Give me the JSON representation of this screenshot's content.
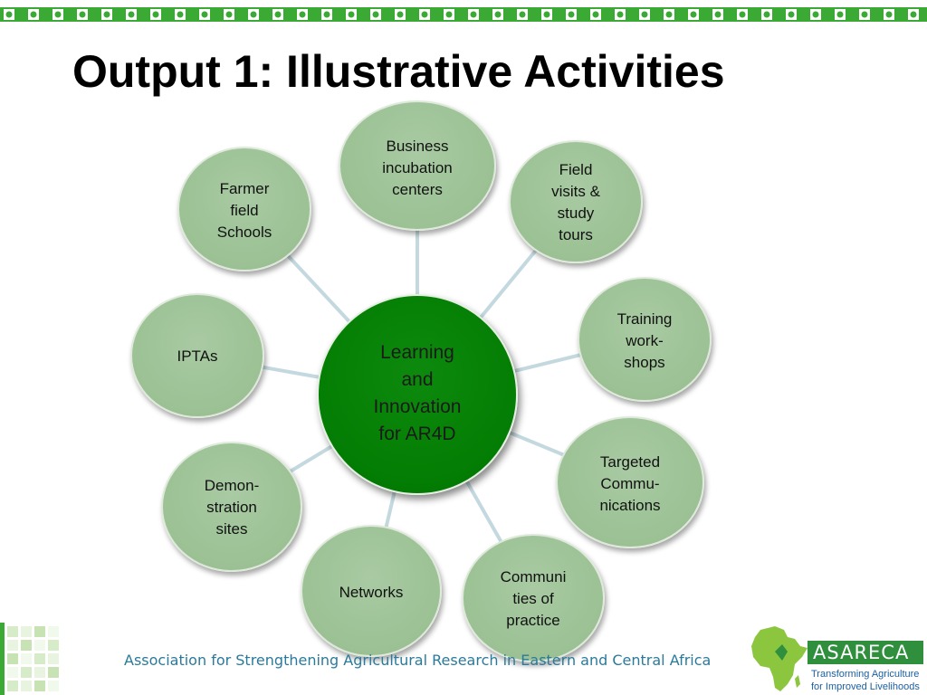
{
  "slide": {
    "title": "Output 1: Illustrative Activities",
    "footer": "Association for Strengthening Agricultural Research in Eastern and Central Africa"
  },
  "colors": {
    "hub": "#037d03",
    "outer_node": "#9bc194",
    "connector": "#c4d9df",
    "strip": "#3aaa35",
    "footer_text": "#2a7a9b"
  },
  "diagram": {
    "hub": {
      "lines": [
        "Learning",
        "and",
        "Innovation",
        "for AR4D"
      ]
    },
    "nodes": [
      {
        "id": "business-incubation",
        "lines": [
          "Business",
          "incubation",
          "centers"
        ]
      },
      {
        "id": "field-visits",
        "lines": [
          "Field",
          "visits &",
          "study",
          "tours"
        ]
      },
      {
        "id": "training-workshops",
        "lines": [
          "Training",
          "work-",
          "shops"
        ]
      },
      {
        "id": "targeted-communications",
        "lines": [
          "Targeted",
          "Commu-",
          "nications"
        ]
      },
      {
        "id": "communities-of-practice",
        "lines": [
          "Communi",
          "ties of",
          "practice"
        ]
      },
      {
        "id": "networks",
        "lines": [
          "Networks"
        ]
      },
      {
        "id": "demonstration-sites",
        "lines": [
          "Demon-",
          "stration",
          "sites"
        ]
      },
      {
        "id": "iptas",
        "lines": [
          "IPTAs"
        ]
      },
      {
        "id": "farmer-field-schools",
        "lines": [
          "Farmer",
          "field",
          "Schools"
        ]
      }
    ]
  },
  "logo": {
    "name": "ASARECA",
    "tagline": [
      "Transforming Agriculture",
      "for Improved Livelihoods"
    ]
  }
}
